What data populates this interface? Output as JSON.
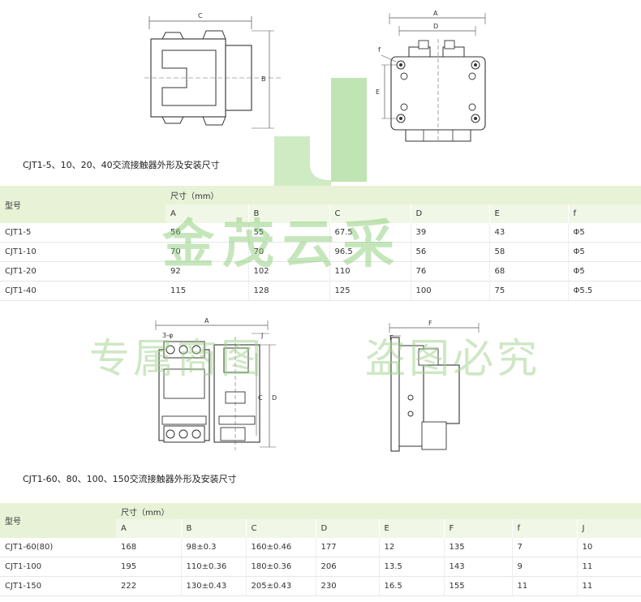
{
  "section1": {
    "caption": "CJT1-5、10、20、40交流接触器外形及安装尺寸",
    "dim_labels": {
      "c": "C",
      "b": "B",
      "a": "A",
      "d": "D",
      "f": "f",
      "e": "E"
    },
    "table": {
      "row_header": "型号",
      "group_header": "尺寸（mm）",
      "columns": [
        "A",
        "B",
        "C",
        "D",
        "E",
        "f"
      ],
      "rows": [
        [
          "CJT1-5",
          "56",
          "55",
          "67.5",
          "39",
          "43",
          "Φ5"
        ],
        [
          "CJT1-10",
          "70",
          "70",
          "96.5",
          "56",
          "58",
          "Φ5"
        ],
        [
          "CJT1-20",
          "92",
          "102",
          "110",
          "76",
          "68",
          "Φ5"
        ],
        [
          "CJT1-40",
          "115",
          "128",
          "125",
          "100",
          "75",
          "Φ5.5"
        ]
      ]
    }
  },
  "section2": {
    "caption": "CJT1-60、80、100、150交流接触器外形及安装尺寸",
    "dim_labels": {
      "a": "A",
      "three_phi": "3-φ",
      "j": "J",
      "c": "C",
      "d": "D",
      "f": "F",
      "e": "E"
    },
    "table": {
      "row_header": "型号",
      "group_header": "尺寸（mm）",
      "columns": [
        "A",
        "B",
        "C",
        "D",
        "E",
        "F",
        "f",
        "J"
      ],
      "rows": [
        [
          "CJT1-60(80)",
          "168",
          "98±0.3",
          "160±0.46",
          "177",
          "12",
          "135",
          "7",
          "10"
        ],
        [
          "CJT1-100",
          "195",
          "110±0.36",
          "180±0.36",
          "206",
          "13.5",
          "143",
          "9",
          "11"
        ],
        [
          "CJT1-150",
          "222",
          "130±0.43",
          "205±0.43",
          "230",
          "16.5",
          "155",
          "11",
          "11"
        ]
      ]
    }
  },
  "watermark": {
    "brand": "金茂云采",
    "notice_left": "专属商图",
    "notice_right": "盗图必究"
  },
  "colors": {
    "header_bg": "#e8f2d7",
    "watermark": "#7fc86a"
  }
}
